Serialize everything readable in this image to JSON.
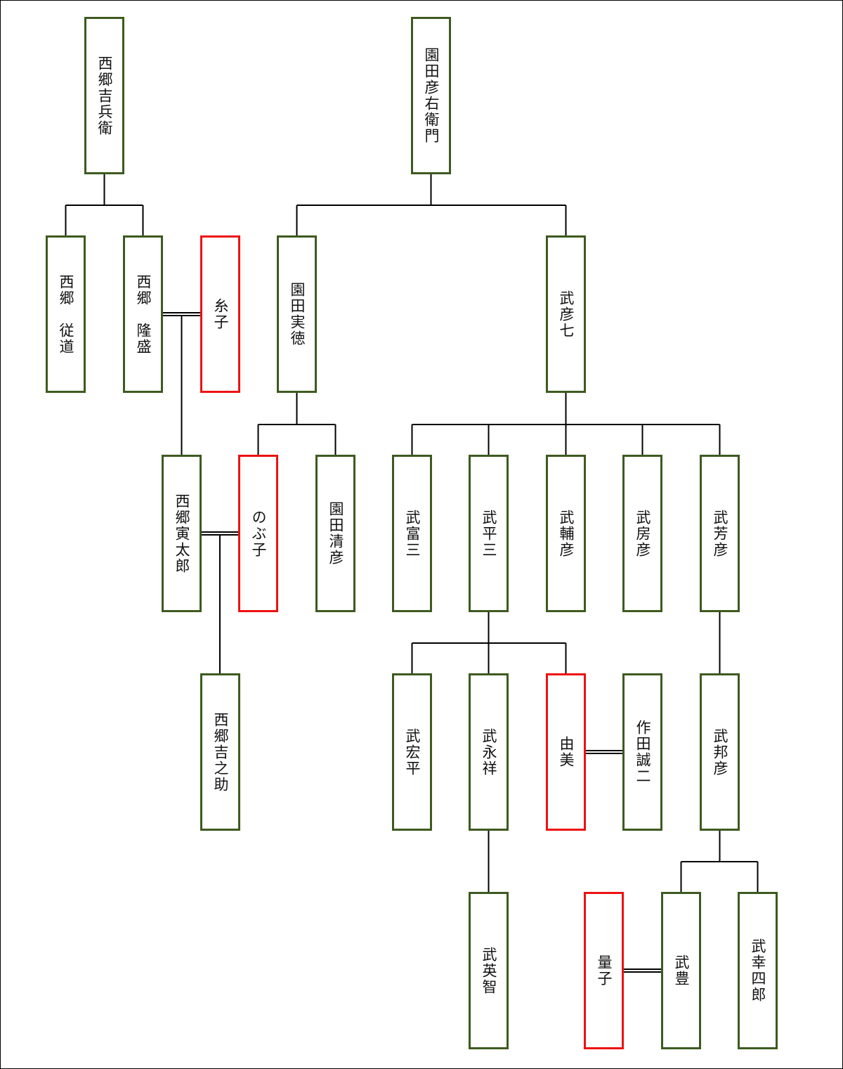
{
  "colors": {
    "male_border": "#3d5a1f",
    "female_border": "#ee1111",
    "line": "#000000"
  },
  "nodes": {
    "saigo_kichibee": {
      "label": "西郷吉兵衛",
      "gender": "male"
    },
    "sonoda_hikouemon": {
      "label": "園田彦右衛門",
      "gender": "male"
    },
    "saigo_judo": {
      "label": "西郷　従道",
      "gender": "male"
    },
    "saigo_takamori": {
      "label": "西郷　隆盛",
      "gender": "male"
    },
    "itoko": {
      "label": "糸子",
      "gender": "female"
    },
    "sonoda_sanetoku": {
      "label": "園田実徳",
      "gender": "male"
    },
    "take_hikoshichi": {
      "label": "武彦七",
      "gender": "male"
    },
    "saigo_toratarou": {
      "label": "西郷寅太郎",
      "gender": "male"
    },
    "nobuko": {
      "label": "のぶ子",
      "gender": "female"
    },
    "sonoda_kiyohiko": {
      "label": "園田清彦",
      "gender": "male"
    },
    "take_tomizou": {
      "label": "武富三",
      "gender": "male"
    },
    "take_heizou": {
      "label": "武平三",
      "gender": "male"
    },
    "take_sukehiko": {
      "label": "武輔彦",
      "gender": "male"
    },
    "take_fusahiko": {
      "label": "武房彦",
      "gender": "male"
    },
    "take_yoshihiko": {
      "label": "武芳彦",
      "gender": "male"
    },
    "saigo_kichinosuke": {
      "label": "西郷吉之助",
      "gender": "male"
    },
    "take_kouhei": {
      "label": "武宏平",
      "gender": "male"
    },
    "take_eishou": {
      "label": "武永祥",
      "gender": "male"
    },
    "yumi": {
      "label": "由美",
      "gender": "female"
    },
    "sakuta_seiji": {
      "label": "作田誠二",
      "gender": "male"
    },
    "take_kunihiko": {
      "label": "武邦彦",
      "gender": "male"
    },
    "take_hidetomo": {
      "label": "武英智",
      "gender": "male"
    },
    "ryouko": {
      "label": "量子",
      "gender": "female"
    },
    "take_yutaka": {
      "label": "武豊",
      "gender": "male"
    },
    "take_koushirou": {
      "label": "武幸四郎",
      "gender": "male"
    }
  },
  "families": [
    {
      "parents": [
        "saigo_kichibee"
      ],
      "children": [
        "saigo_judo",
        "saigo_takamori"
      ]
    },
    {
      "parents": [
        "sonoda_hikouemon"
      ],
      "children": [
        "sonoda_sanetoku",
        "take_hikoshichi"
      ]
    },
    {
      "parents": [
        "saigo_takamori",
        "itoko"
      ],
      "children": [
        "saigo_toratarou"
      ]
    },
    {
      "parents": [
        "sonoda_sanetoku"
      ],
      "children": [
        "nobuko",
        "sonoda_kiyohiko"
      ]
    },
    {
      "parents": [
        "take_hikoshichi"
      ],
      "children": [
        "take_tomizou",
        "take_heizou",
        "take_sukehiko",
        "take_fusahiko",
        "take_yoshihiko"
      ]
    },
    {
      "parents": [
        "saigo_toratarou",
        "nobuko"
      ],
      "children": [
        "saigo_kichinosuke"
      ]
    },
    {
      "parents": [
        "take_heizou"
      ],
      "children": [
        "take_kouhei",
        "take_eishou",
        "yumi"
      ]
    },
    {
      "parents": [
        "take_yoshihiko"
      ],
      "children": [
        "take_kunihiko"
      ]
    },
    {
      "parents": [
        "take_eishou"
      ],
      "children": [
        "take_hidetomo"
      ]
    },
    {
      "parents": [
        "take_kunihiko"
      ],
      "children": [
        "take_yutaka",
        "take_koushirou"
      ]
    }
  ],
  "marriages": [
    [
      "saigo_takamori",
      "itoko"
    ],
    [
      "saigo_toratarou",
      "nobuko"
    ],
    [
      "yumi",
      "sakuta_seiji"
    ],
    [
      "ryouko",
      "take_yutaka"
    ]
  ]
}
